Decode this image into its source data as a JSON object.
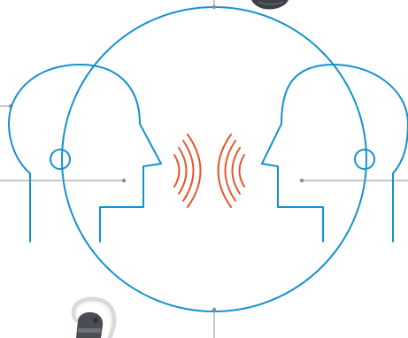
{
  "diagram": {
    "description_labels": [],
    "colors": {
      "outline": "#1591cf",
      "sound_waves": "#e8552c",
      "leader_lines": "#8a8f96",
      "device_dark": "#4a4d52",
      "device_light": "#e6e6e6",
      "background": "#ffffff"
    },
    "icons": {
      "left_head": "head-profile-facing-right",
      "right_head": "head-profile-facing-left",
      "sound": "sound-wave-arcs",
      "device_top": "earpiece-device",
      "device_bottom": "bluetooth-earpiece"
    }
  }
}
